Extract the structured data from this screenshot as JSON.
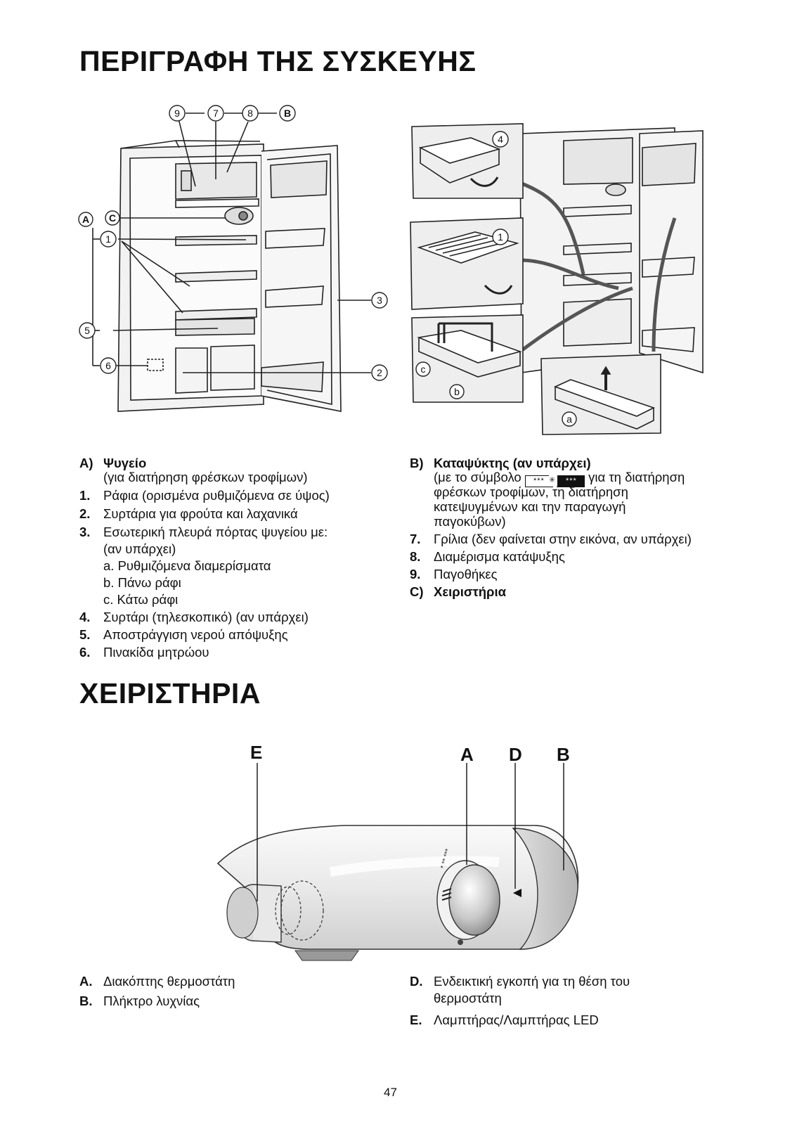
{
  "title_description": "ΠΕΡΙΓΡΑΦΗ ΤΗΣ ΣΥΣΚΕΥΗΣ",
  "title_controls": "ΧΕΙΡΙΣΤΗΡΙΑ",
  "figure1_callouts": {
    "c9": "9",
    "c7": "7",
    "c8": "8",
    "cB": "B",
    "cA": "A",
    "cC": "C",
    "c1": "1",
    "c3": "3",
    "c5": "5",
    "c6": "6",
    "c2": "2"
  },
  "figure2_callouts": {
    "c4": "4",
    "c1": "1",
    "cc": "c",
    "cb": "b",
    "ca": "a"
  },
  "left_list": {
    "a_label": "A)",
    "a_title": "Ψυγείο",
    "a_desc": "(για διατήρηση φρέσκων τροφίμων)",
    "items": [
      {
        "num": "1.",
        "text": "Ράφια (ορισμένα ρυθμιζόμενα σε ύψος)"
      },
      {
        "num": "2.",
        "text": "Συρτάρια για φρούτα και λαχανικά"
      },
      {
        "num": "3.",
        "text": "Εσωτερική πλευρά πόρτας ψυγείου με:"
      }
    ],
    "item3_cont": "(αν υπάρχει)",
    "item3_subs": [
      "a. Ρυθμιζόμενα διαμερίσματα",
      "b. Πάνω ράφι",
      "c. Κάτω ράφι"
    ],
    "items2": [
      {
        "num": "4.",
        "text": "Συρτάρι (τηλεσκοπικό) (αν υπάρχει)"
      },
      {
        "num": "5.",
        "text": "Αποστράγγιση νερού απόψυξης"
      },
      {
        "num": "6.",
        "text": "Πινακίδα μητρώου"
      }
    ]
  },
  "right_list": {
    "b_label": "B)",
    "b_title": "Καταψύκτης (αν υπάρχει)",
    "b_desc_before": "(με το σύμβολο",
    "symbol_1": "***",
    "symbol_2": "***",
    "b_desc_after": "για τη διατήρηση",
    "b_desc_lines": [
      "φρέσκων τροφίμων, τη διατήρηση",
      "κατεψυγμένων και την παραγωγή",
      "παγοκύβων)"
    ],
    "items": [
      {
        "num": "7.",
        "text": "Γρίλια (δεν φαίνεται στην εικόνα, αν υπάρχει)"
      },
      {
        "num": "8.",
        "text": "Διαμέρισμα κατάψυξης"
      },
      {
        "num": "9.",
        "text": "Παγοθήκες"
      }
    ],
    "c_label": "C)",
    "c_title": "Χειριστήρια"
  },
  "control_labels": {
    "e": "E",
    "a": "A",
    "d": "D",
    "b": "B"
  },
  "dial_marks": "*\n**\n***",
  "bottom_left": [
    {
      "num": "A.",
      "text": "Διακόπτης θερμοστάτη"
    },
    {
      "num": "B.",
      "text": "Πλήκτρο λυχνίας"
    }
  ],
  "bottom_right": {
    "d_num": "D.",
    "d_line1": "Ενδεικτική εγκοπή για τη θέση του",
    "d_line2": "θερμοστάτη",
    "e_num": "E.",
    "e_text": "Λαμπτήρας/Λαμπτήρας LED"
  },
  "page_number": "47"
}
